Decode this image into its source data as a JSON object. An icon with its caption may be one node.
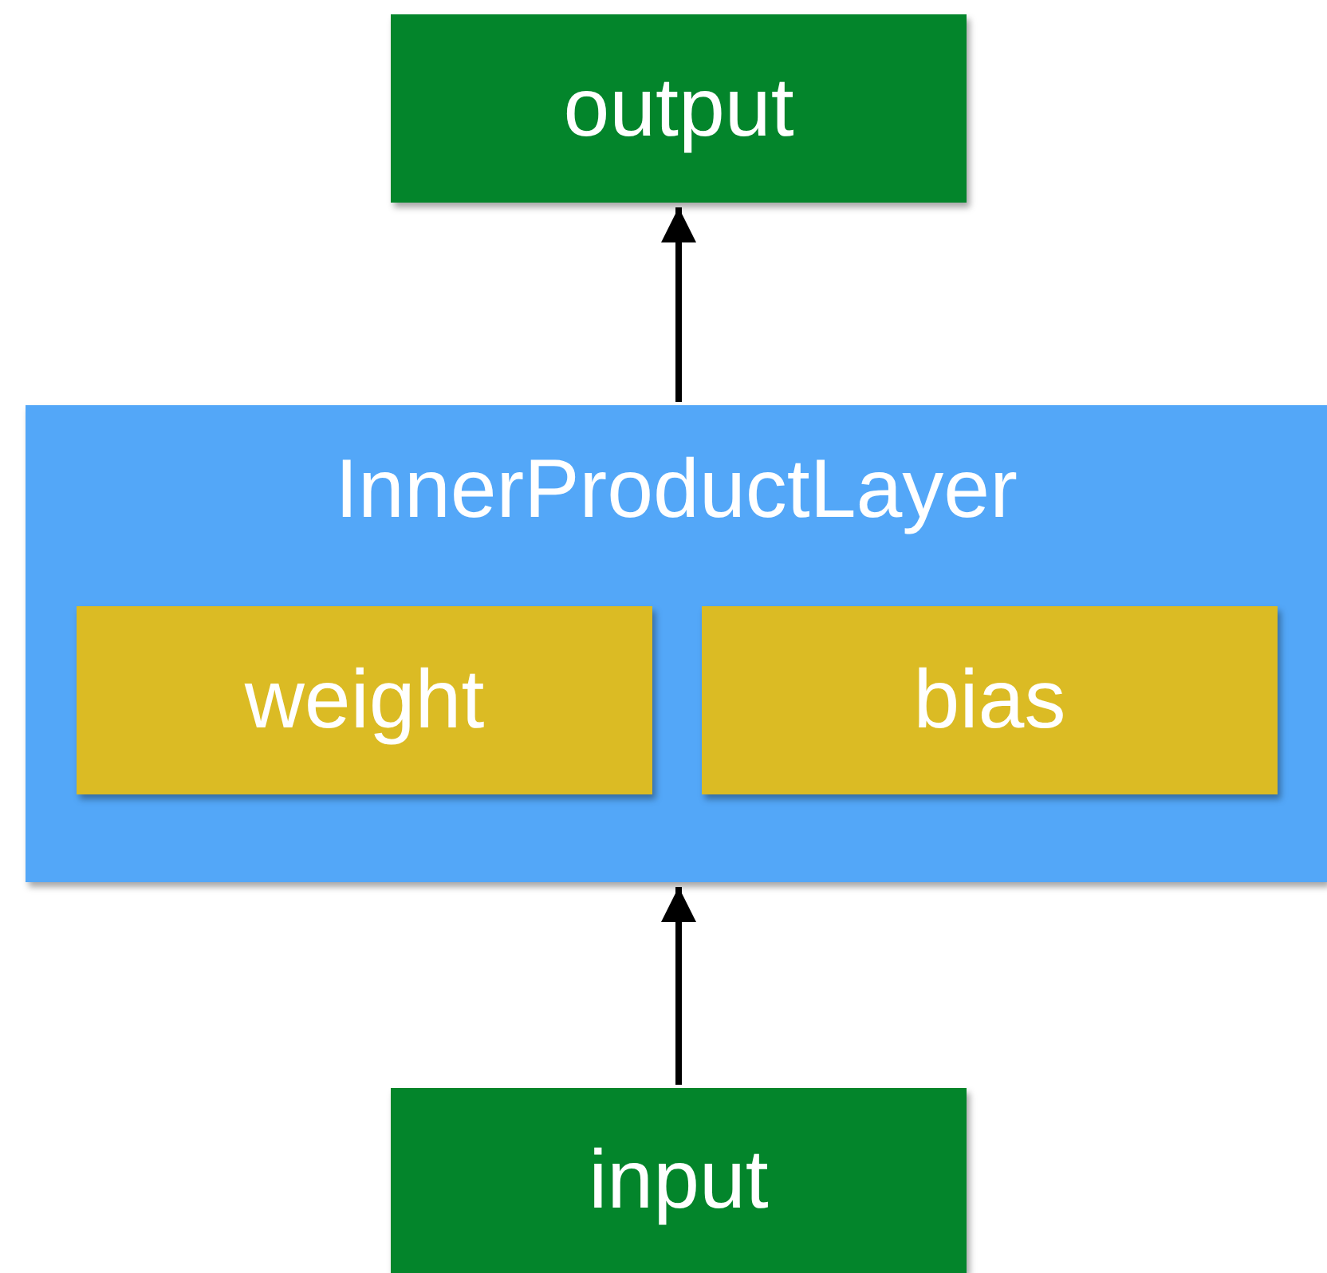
{
  "diagram": {
    "nodes": [
      {
        "text": [
          "output"
        ]
      },
      {
        "text": [
          "InnerProductLayer"
        ]
      },
      {
        "text": [
          "weight"
        ],
        "in": 1
      },
      {
        "text": [
          "bias"
        ],
        "in": 1
      },
      {
        "text": [
          "input"
        ]
      }
    ],
    "edges": [
      {
        "from": 1,
        "to": 0,
        "arrow": "to"
      },
      {
        "from": 4,
        "to": 1,
        "arrow": "to"
      }
    ]
  }
}
